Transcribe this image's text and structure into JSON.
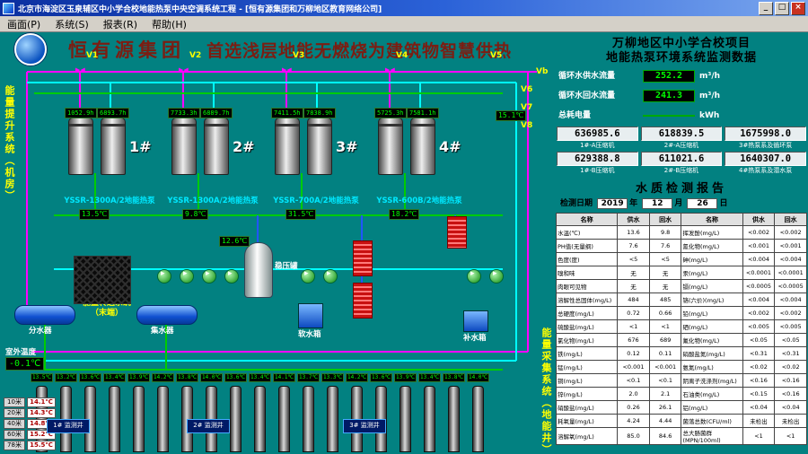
{
  "window": {
    "title": "北京市海淀区玉泉辅区中小学合校地能热泵中央空调系统工程 - [恒有源集团和万柳地区教育网络公司]",
    "buttons": [
      "_",
      "□",
      "×"
    ],
    "menu": [
      "画面(P)",
      "系统(S)",
      "报表(R)",
      "帮助(H)"
    ]
  },
  "banner": {
    "company": "恒有源集团",
    "slogan": "首选浅层地能无燃烧为建筑物智慧供热"
  },
  "side_labels": {
    "left": "能量提升系统（机房）",
    "middle": "能量转送系统（末端）",
    "right": "能量采集系统（地能井）"
  },
  "monitor_panel": {
    "title1": "万柳地区中小学合校项目",
    "title2": "地能热泵环境系统监测数据",
    "flows": [
      {
        "label": "循环水供水流量",
        "value": "252.2",
        "unit": "m³/h"
      },
      {
        "label": "循环水回水流量",
        "value": "241.3",
        "unit": "m³/h"
      },
      {
        "label": "总耗电量",
        "value": "",
        "unit": "kWh"
      }
    ],
    "meters": {
      "row1": [
        {
          "value": "636985.6",
          "label": "1#-A压缩机"
        },
        {
          "value": "618839.5",
          "label": "2#-A压缩机"
        },
        {
          "value": "1675998.0",
          "label": "3#热泵系及循环泵"
        }
      ],
      "row2": [
        {
          "value": "629388.8",
          "label": "1#-B压缩机"
        },
        {
          "value": "611021.6",
          "label": "2#-B压缩机"
        },
        {
          "value": "1640307.0",
          "label": "4#热泵系及潜水泵"
        }
      ]
    },
    "report": {
      "title": "水质检测报告",
      "date_label": "检测日期",
      "year": "2019",
      "year_suffix": "年",
      "month": "12",
      "month_suffix": "月",
      "day": "26",
      "day_suffix": "日",
      "headers": [
        "名称",
        "供水",
        "回水",
        "名称",
        "供水",
        "回水"
      ],
      "rows": [
        [
          "水温(℃)",
          "13.6",
          "9.8",
          "挥发酚(mg/L)",
          "<0.002",
          "<0.002"
        ],
        [
          "PH值(无量纲)",
          "7.6",
          "7.6",
          "氰化物(mg/L)",
          "<0.001",
          "<0.001"
        ],
        [
          "色度(度)",
          "<5",
          "<5",
          "砷(mg/L)",
          "<0.004",
          "<0.004"
        ],
        [
          "嗅和味",
          "无",
          "无",
          "汞(mg/L)",
          "<0.0001",
          "<0.0001"
        ],
        [
          "肉眼可见物",
          "无",
          "无",
          "镉(mg/L)",
          "<0.0005",
          "<0.0005"
        ],
        [
          "溶解性总固体(mg/L)",
          "484",
          "485",
          "铬(六价)(mg/L)",
          "<0.004",
          "<0.004"
        ],
        [
          "总硬度(mg/L)",
          "0.72",
          "0.66",
          "铅(mg/L)",
          "<0.002",
          "<0.002"
        ],
        [
          "硫酸盐(mg/L)",
          "<1",
          "<1",
          "硒(mg/L)",
          "<0.005",
          "<0.005"
        ],
        [
          "氯化物(mg/L)",
          "676",
          "689",
          "氟化物(mg/L)",
          "<0.05",
          "<0.05"
        ],
        [
          "铁(mg/L)",
          "0.12",
          "0.11",
          "硝酸盐氮(mg/L)",
          "<0.31",
          "<0.31"
        ],
        [
          "锰(mg/L)",
          "<0.001",
          "<0.001",
          "氨氮(mg/L)",
          "<0.02",
          "<0.02"
        ],
        [
          "铜(mg/L)",
          "<0.1",
          "<0.1",
          "阴离子洗涤剂(mg/L)",
          "<0.16",
          "<0.16"
        ],
        [
          "锌(mg/L)",
          "2.0",
          "2.1",
          "石油类(mg/L)",
          "<0.15",
          "<0.16"
        ],
        [
          "硝酸盐(mg/L)",
          "0.26",
          "26.1",
          "铝(mg/L)",
          "<0.04",
          "<0.04"
        ],
        [
          "耗氧量(mg/L)",
          "4.24",
          "4.44",
          "菌落总数(CFU/ml)",
          "未检出",
          "未检出"
        ],
        [
          "溶解氧(mg/L)",
          "85.0",
          "84.6",
          "总大肠菌群(MPN/100ml)",
          "<1",
          "<1"
        ]
      ]
    }
  },
  "plant": {
    "heat_pumps": [
      {
        "no": "1#",
        "model": "YSSR-1300A/2地能热泵",
        "hours": [
          "1052.9h",
          "6893.7h"
        ]
      },
      {
        "no": "2#",
        "model": "YSSR-1300A/2地能热泵",
        "hours": [
          "7733.3h",
          "6889.7h"
        ]
      },
      {
        "no": "3#",
        "model": "YSSR-700A/2地能热泵",
        "hours": [
          "7411.5h",
          "7838.9h"
        ]
      },
      {
        "no": "4#",
        "model": "YSSR-600B/2地能热泵",
        "hours": [
          "5725.3h",
          "7581.1h"
        ]
      }
    ],
    "valves": [
      "V1",
      "V2",
      "V3",
      "V4",
      "V5",
      "V6",
      "V7",
      "V8",
      "Vb"
    ],
    "leds": {
      "t1": "15.1℃",
      "t2": "13.5℃",
      "t3": "9.8℃",
      "t4": "31.5℃",
      "t5": "18.2℃",
      "t6": "12.6℃"
    },
    "outdoor": {
      "label": "室外温度",
      "value": "-0.1℃"
    },
    "depth_temps": [
      {
        "depth": "10米",
        "temp": "14.1℃"
      },
      {
        "depth": "20米",
        "temp": "14.3℃"
      },
      {
        "depth": "40米",
        "temp": "14.8℃"
      },
      {
        "depth": "60米",
        "temp": "15.2℃"
      },
      {
        "depth": "78米",
        "temp": "15.5℃"
      }
    ],
    "wells": {
      "temps": [
        "13.5℃",
        "13.2℃",
        "13.6℃",
        "13.4℃",
        "13.9℃",
        "14.2℃",
        "13.8℃",
        "14.0℃",
        "13.6℃",
        "13.4℃",
        "14.1℃",
        "13.7℃",
        "13.3℃",
        "14.2℃",
        "13.6℃",
        "13.9℃",
        "13.4℃",
        "13.8℃",
        "14.0℃"
      ]
    },
    "monitor_wells": [
      "1# 监测井",
      "2# 监测井",
      "3# 监测井"
    ],
    "tanks": {
      "divider": "分水器",
      "collector": "集水器",
      "soft": "软水箱",
      "makeup": "补水箱",
      "pressure": "稳压罐"
    }
  }
}
